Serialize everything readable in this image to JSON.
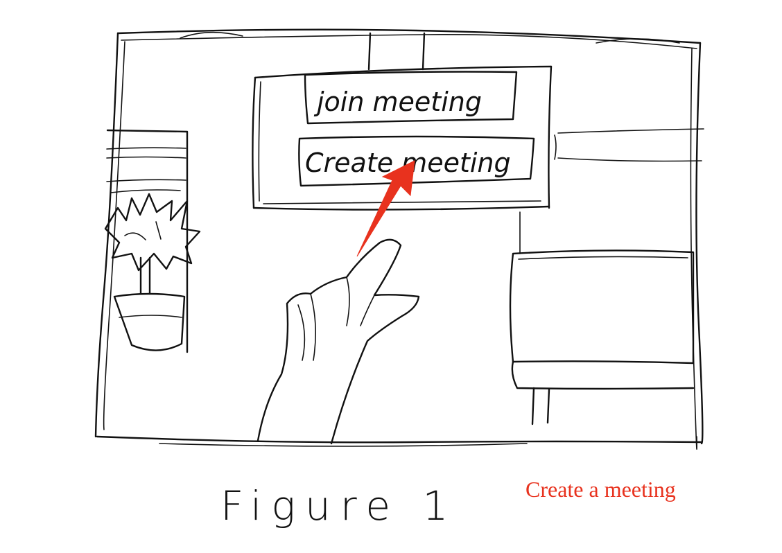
{
  "sketch": {
    "buttons": {
      "join_label": "join meeting",
      "create_label": "Create meeting"
    },
    "arrow_color": "#e8321e"
  },
  "captions": {
    "figure_label": "Figure 1",
    "annotation": "Create a meeting"
  }
}
